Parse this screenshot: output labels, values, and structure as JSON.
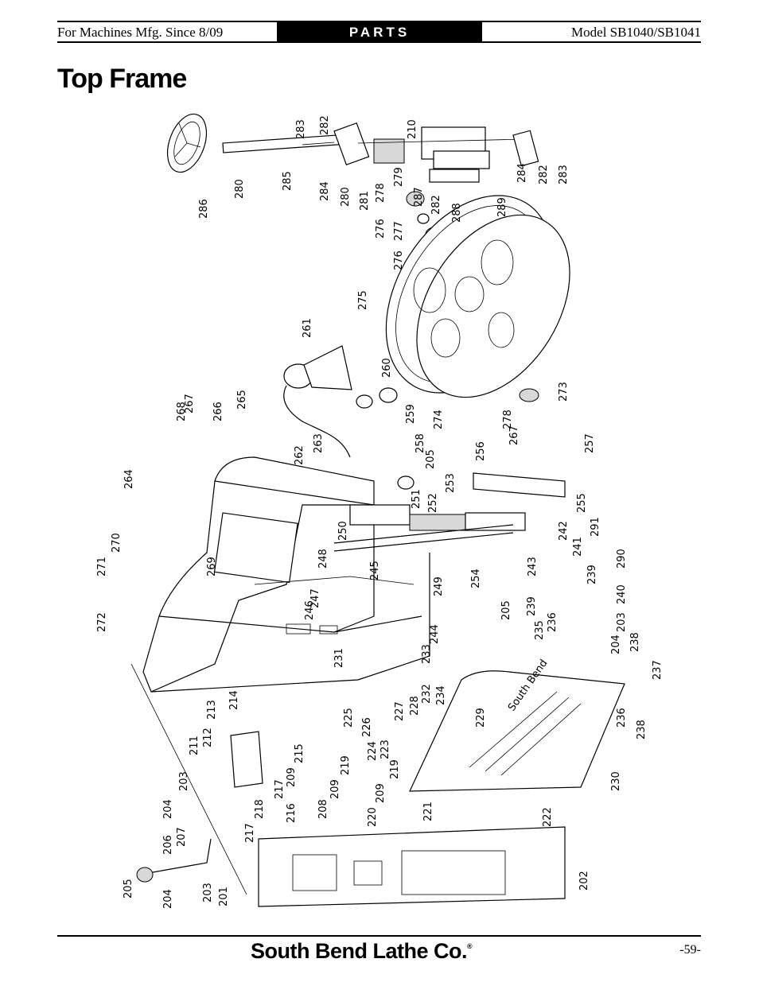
{
  "header": {
    "left_text": "For Machines Mfg. Since 8/09",
    "section_label": "PARTS",
    "right_text": "Model SB1040/SB1041"
  },
  "page_title": "Top Frame",
  "diagram": {
    "part_numbers": [
      "201",
      "202",
      "203",
      "204",
      "205",
      "206",
      "207",
      "208",
      "209",
      "210",
      "211",
      "212",
      "213",
      "214",
      "215",
      "216",
      "217",
      "218",
      "219",
      "220",
      "221",
      "222",
      "223",
      "224",
      "225",
      "226",
      "227",
      "228",
      "229",
      "230",
      "231",
      "232",
      "233",
      "234",
      "235",
      "236",
      "237",
      "238",
      "239",
      "240",
      "241",
      "242",
      "243",
      "244",
      "245",
      "246",
      "247",
      "248",
      "249",
      "250",
      "251",
      "252",
      "253",
      "254",
      "255",
      "256",
      "257",
      "258",
      "259",
      "260",
      "261",
      "262",
      "263",
      "264",
      "265",
      "266",
      "267",
      "268",
      "269",
      "270",
      "271",
      "272",
      "273",
      "274",
      "275",
      "276",
      "277",
      "278",
      "279",
      "280",
      "281",
      "282",
      "283",
      "284",
      "285",
      "286",
      "287",
      "288",
      "289",
      "290",
      "291"
    ],
    "cover_logo_text": "South Bend"
  },
  "footer": {
    "brand": "South Bend Lathe Co.",
    "trademark": "®",
    "page_number": "-59-"
  }
}
